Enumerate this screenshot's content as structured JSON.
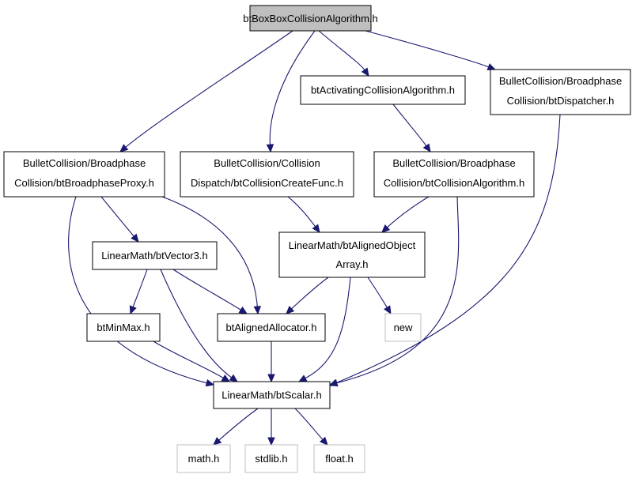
{
  "diagram": {
    "nodes": [
      {
        "id": "root",
        "lines": [
          "btBoxBoxCollisionAlgorithm.h"
        ]
      },
      {
        "id": "activating",
        "lines": [
          "btActivatingCollisionAlgorithm.h"
        ]
      },
      {
        "id": "dispatcher",
        "lines": [
          "BulletCollision/Broadphase",
          "Collision/btDispatcher.h"
        ]
      },
      {
        "id": "broadphaseproxy",
        "lines": [
          "BulletCollision/Broadphase",
          "Collision/btBroadphaseProxy.h"
        ]
      },
      {
        "id": "createfunc",
        "lines": [
          "BulletCollision/Collision",
          "Dispatch/btCollisionCreateFunc.h"
        ]
      },
      {
        "id": "collisionalgo",
        "lines": [
          "BulletCollision/Broadphase",
          "Collision/btCollisionAlgorithm.h"
        ]
      },
      {
        "id": "vector3",
        "lines": [
          "LinearMath/btVector3.h"
        ]
      },
      {
        "id": "alignedarray",
        "lines": [
          "LinearMath/btAlignedObject",
          "Array.h"
        ]
      },
      {
        "id": "minmax",
        "lines": [
          "btMinMax.h"
        ]
      },
      {
        "id": "alignedalloc",
        "lines": [
          "btAlignedAllocator.h"
        ]
      },
      {
        "id": "new",
        "lines": [
          "new"
        ]
      },
      {
        "id": "scalar",
        "lines": [
          "LinearMath/btScalar.h"
        ]
      },
      {
        "id": "math",
        "lines": [
          "math.h"
        ]
      },
      {
        "id": "stdlib",
        "lines": [
          "stdlib.h"
        ]
      },
      {
        "id": "float",
        "lines": [
          "float.h"
        ]
      }
    ],
    "edges": [
      [
        "root",
        "broadphaseproxy"
      ],
      [
        "root",
        "createfunc"
      ],
      [
        "root",
        "activating"
      ],
      [
        "root",
        "dispatcher"
      ],
      [
        "activating",
        "collisionalgo"
      ],
      [
        "dispatcher",
        "scalar"
      ],
      [
        "broadphaseproxy",
        "vector3"
      ],
      [
        "broadphaseproxy",
        "alignedalloc"
      ],
      [
        "broadphaseproxy",
        "scalar"
      ],
      [
        "createfunc",
        "alignedarray"
      ],
      [
        "collisionalgo",
        "alignedarray"
      ],
      [
        "collisionalgo",
        "scalar"
      ],
      [
        "vector3",
        "minmax"
      ],
      [
        "vector3",
        "alignedalloc"
      ],
      [
        "vector3",
        "scalar"
      ],
      [
        "alignedarray",
        "alignedalloc"
      ],
      [
        "alignedarray",
        "new"
      ],
      [
        "alignedarray",
        "scalar"
      ],
      [
        "minmax",
        "scalar"
      ],
      [
        "alignedalloc",
        "scalar"
      ],
      [
        "scalar",
        "math"
      ],
      [
        "scalar",
        "stdlib"
      ],
      [
        "scalar",
        "float"
      ]
    ],
    "colors": {
      "edge": "#191970",
      "node_border": "#000000",
      "external_border": "#bfbfbf",
      "root_fill": "#bfbfbf"
    }
  }
}
